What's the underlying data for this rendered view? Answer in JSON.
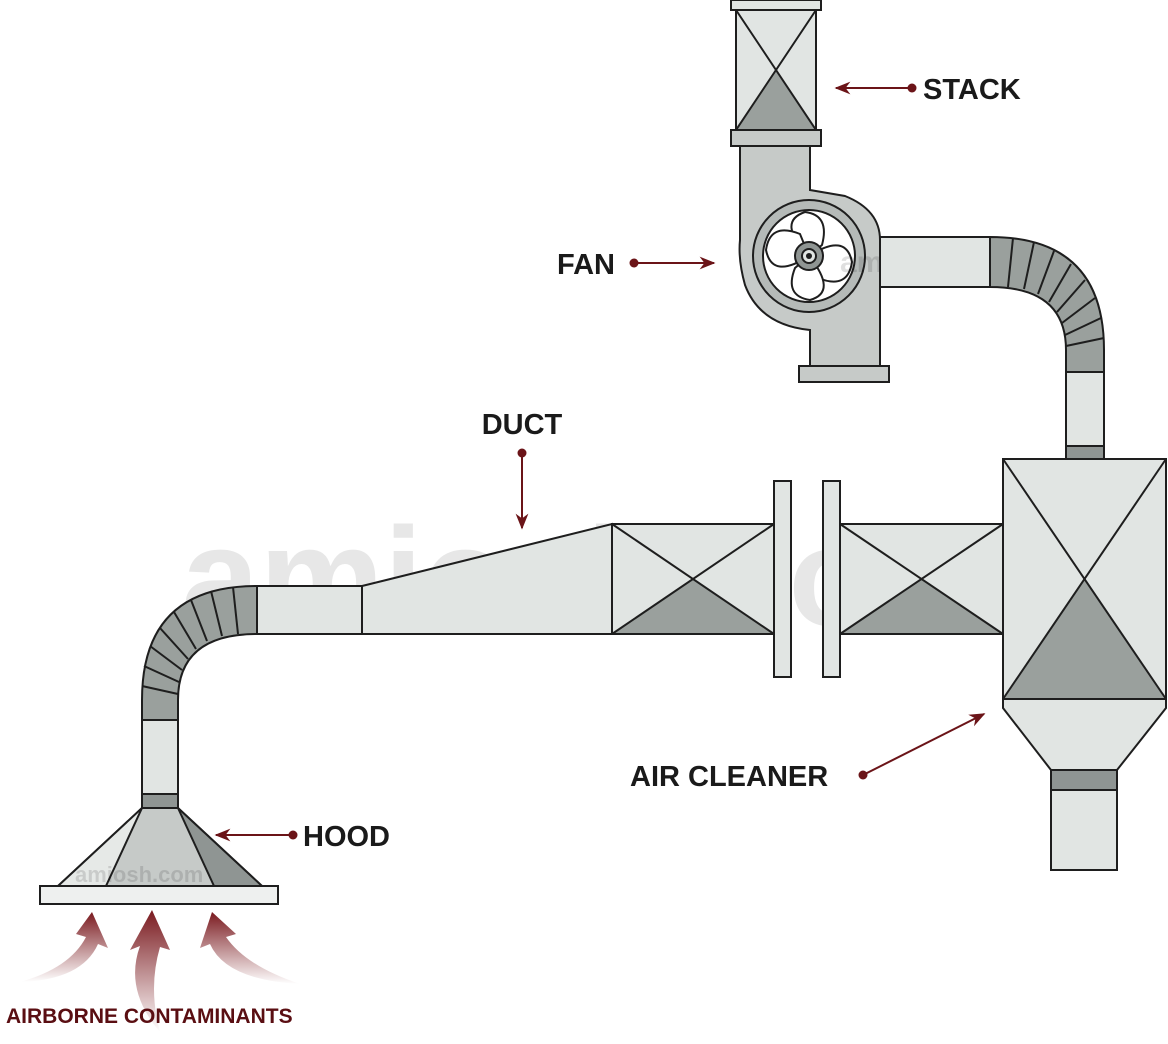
{
  "labels": {
    "stack": "STACK",
    "fan": "FAN",
    "duct": "DUCT",
    "air_cleaner": "AIR CLEANER",
    "hood": "HOOD",
    "airborne_contaminants": "AIRBORNE CONTAMINANTS"
  },
  "watermark": {
    "main": "amiosh.com",
    "fan": "amiosh.com",
    "hood": "amiosh.com"
  },
  "colors": {
    "pointer": "#6b1418",
    "contaminant_arrow": "#7a1a1f",
    "duct_light": "#e1e5e3",
    "duct_dark": "#9aa09d"
  }
}
